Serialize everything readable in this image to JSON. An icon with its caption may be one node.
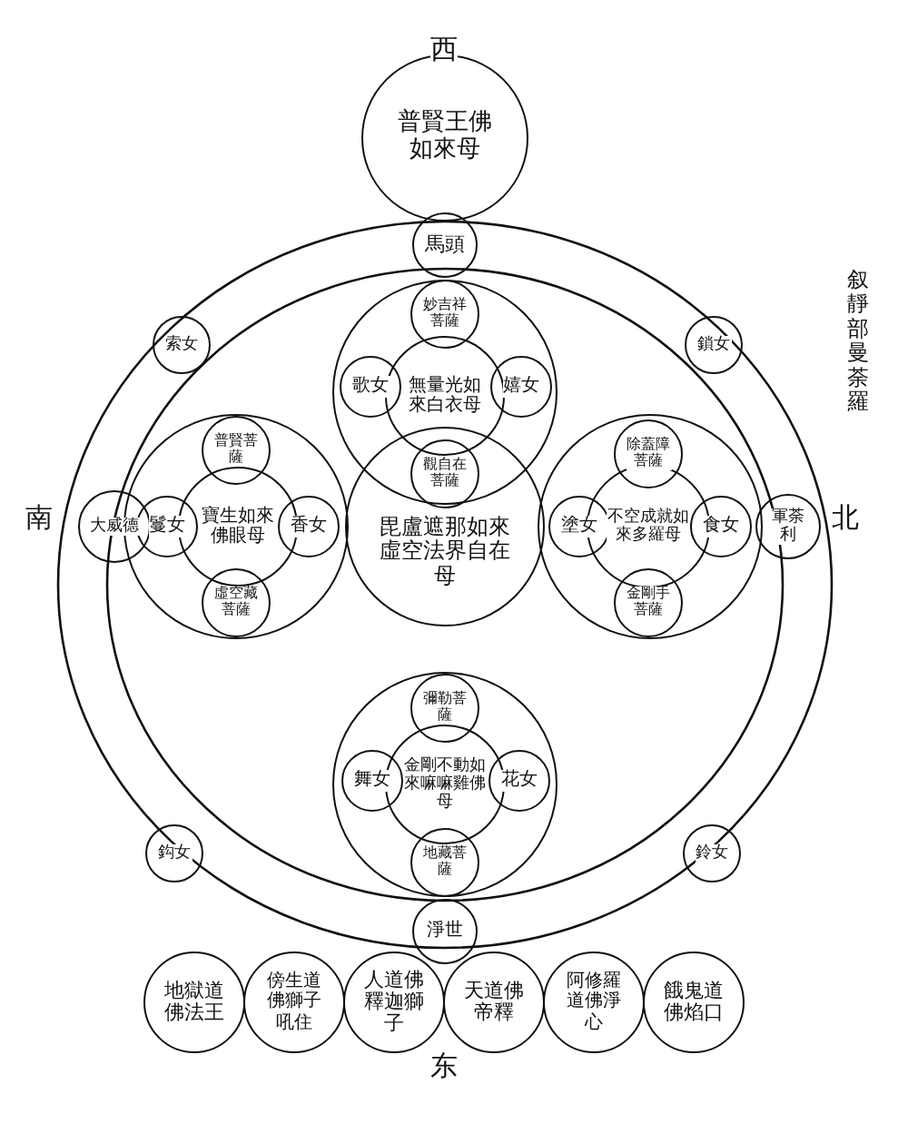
{
  "diagram": {
    "title": "叙靜部曼荼羅",
    "nodes": [
      {
        "text": [
          "普賢王佛如來母"
        ]
      },
      {
        "text": [
          "馬頭"
        ]
      },
      {
        "text": [
          "索女"
        ]
      },
      {
        "text": [
          "鎖女"
        ]
      },
      {
        "text": [],
        "shape": "circle"
      },
      {
        "text": [
          "妙吉祥菩薩"
        ],
        "in": 4
      },
      {
        "text": [
          "歌女"
        ],
        "in": 4
      },
      {
        "text": [
          "無量光如來白衣母"
        ],
        "in": 4
      },
      {
        "text": [
          "嬉女"
        ],
        "in": 4
      },
      {
        "text": [
          "觀自在菩薩"
        ]
      },
      {
        "text": [
          "大威德"
        ]
      },
      {
        "text": [],
        "shape": "circle"
      },
      {
        "text": [
          "普賢菩薩"
        ],
        "in": 11
      },
      {
        "text": [
          "鬘女"
        ],
        "in": 11
      },
      {
        "text": [
          "寶生如來佛眼母"
        ],
        "in": 11
      },
      {
        "text": [
          "香女"
        ],
        "in": 11
      },
      {
        "text": [
          "虛空藏菩薩"
        ],
        "in": 11
      },
      {
        "text": [
          "毘盧遮那如來虛空法界自在母"
        ]
      },
      {
        "text": [],
        "shape": "circle"
      },
      {
        "text": [
          "除蓋障菩薩"
        ],
        "in": 18
      },
      {
        "text": [
          "塗女"
        ],
        "in": 18
      },
      {
        "text": [
          "不空成就如來多羅母"
        ],
        "in": 18
      },
      {
        "text": [
          "食女"
        ],
        "in": 18
      },
      {
        "text": [
          "金剛手菩薩"
        ],
        "in": 18
      },
      {
        "text": [
          "軍荼利"
        ]
      },
      {
        "text": [],
        "shape": "circle"
      },
      {
        "text": [
          "彌勒菩薩"
        ],
        "in": 25
      },
      {
        "text": [
          "舞女"
        ],
        "in": 25
      },
      {
        "text": [
          "金剛不動如來嘛嘛雞佛母"
        ],
        "in": 25
      },
      {
        "text": [
          "花女"
        ],
        "in": 25
      },
      {
        "text": [
          "地藏菩薩"
        ],
        "in": 25
      },
      {
        "text": [
          "鈎女"
        ]
      },
      {
        "text": [
          "鈴女"
        ]
      },
      {
        "text": [
          "淨世"
        ]
      },
      {
        "text": [
          "地獄道佛法王"
        ]
      },
      {
        "text": [
          "傍生道佛獅子吼住"
        ]
      },
      {
        "text": [
          "人道佛釋迦獅子"
        ]
      },
      {
        "text": [
          "天道佛帝釋"
        ]
      },
      {
        "text": [
          "阿修羅道佛淨心"
        ]
      },
      {
        "text": [
          "餓鬼道佛焰口"
        ]
      }
    ],
    "labels": [
      "西",
      "南",
      "北",
      "东"
    ]
  }
}
